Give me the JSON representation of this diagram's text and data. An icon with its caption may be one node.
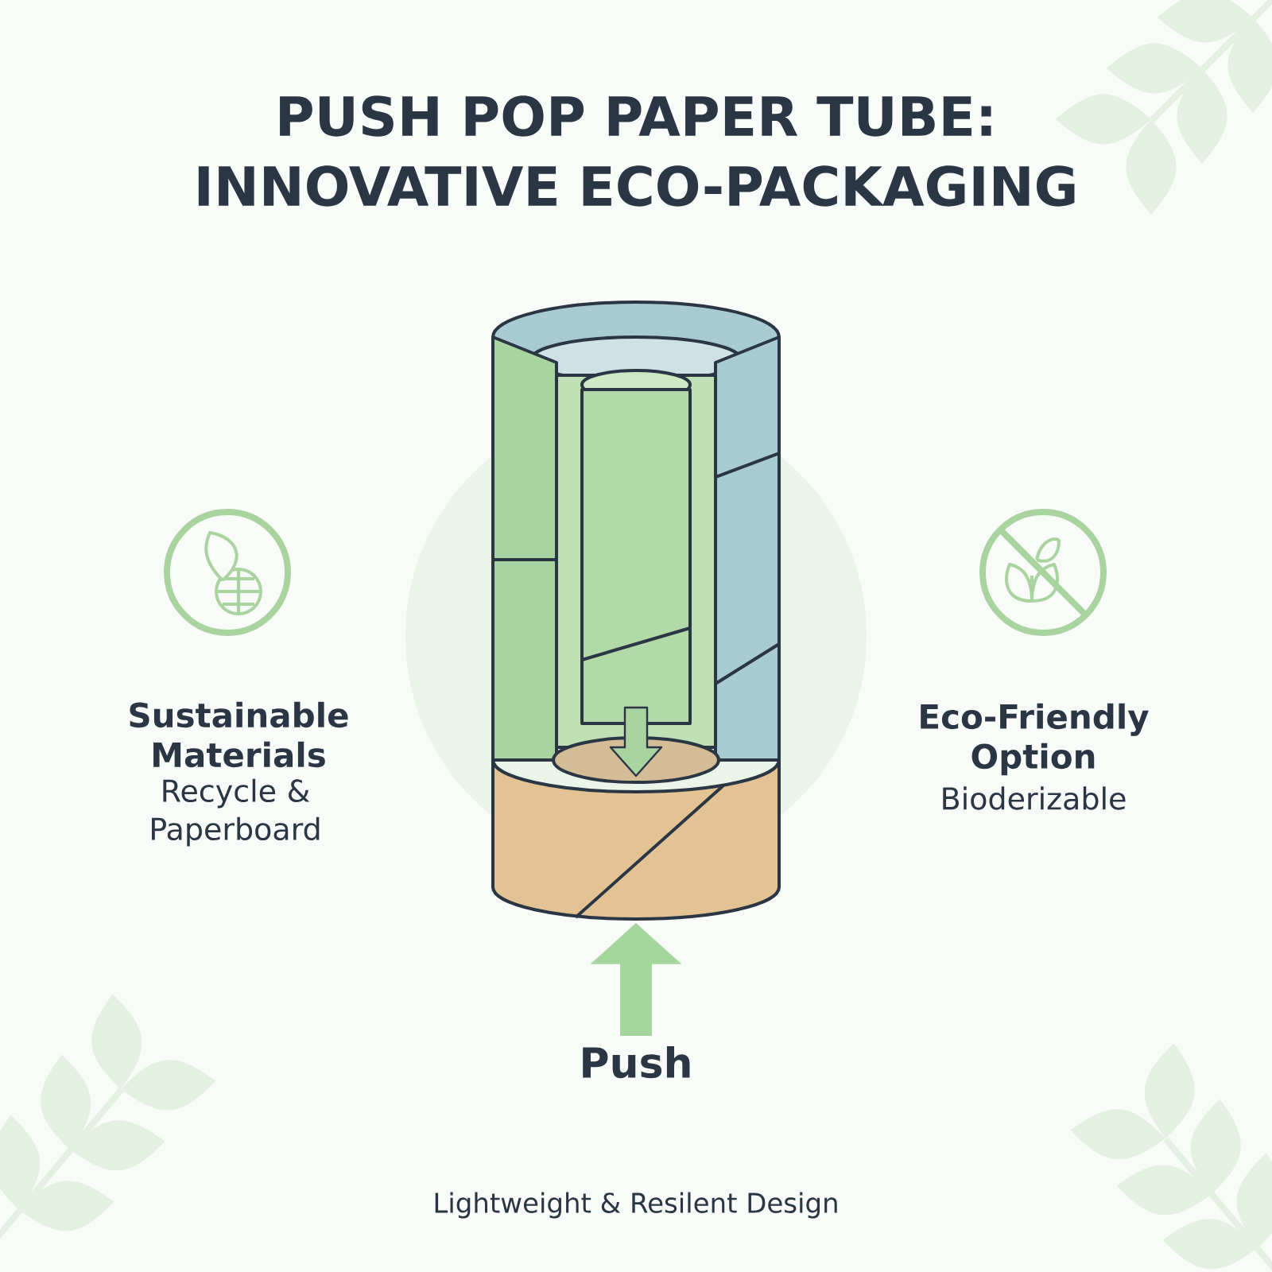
{
  "diagram": {
    "title": "PUSH POP PAPER TUBE: INNOVATIVE ECO-PACKAGING",
    "nodes": [
      {
        "text": [],
        "shape": "picture"
      },
      {
        "text": [
          "Push"
        ]
      }
    ],
    "edges": [
      {
        "from": 1,
        "to": 0,
        "arrow": "to",
        "color": "#a5d69d"
      }
    ],
    "labels": [
      "Sustainable Materials",
      "Recycle & Paperboard",
      "Eco-Friendly Option",
      "Bioderizable",
      "Lightweight & Resilent Design"
    ]
  }
}
